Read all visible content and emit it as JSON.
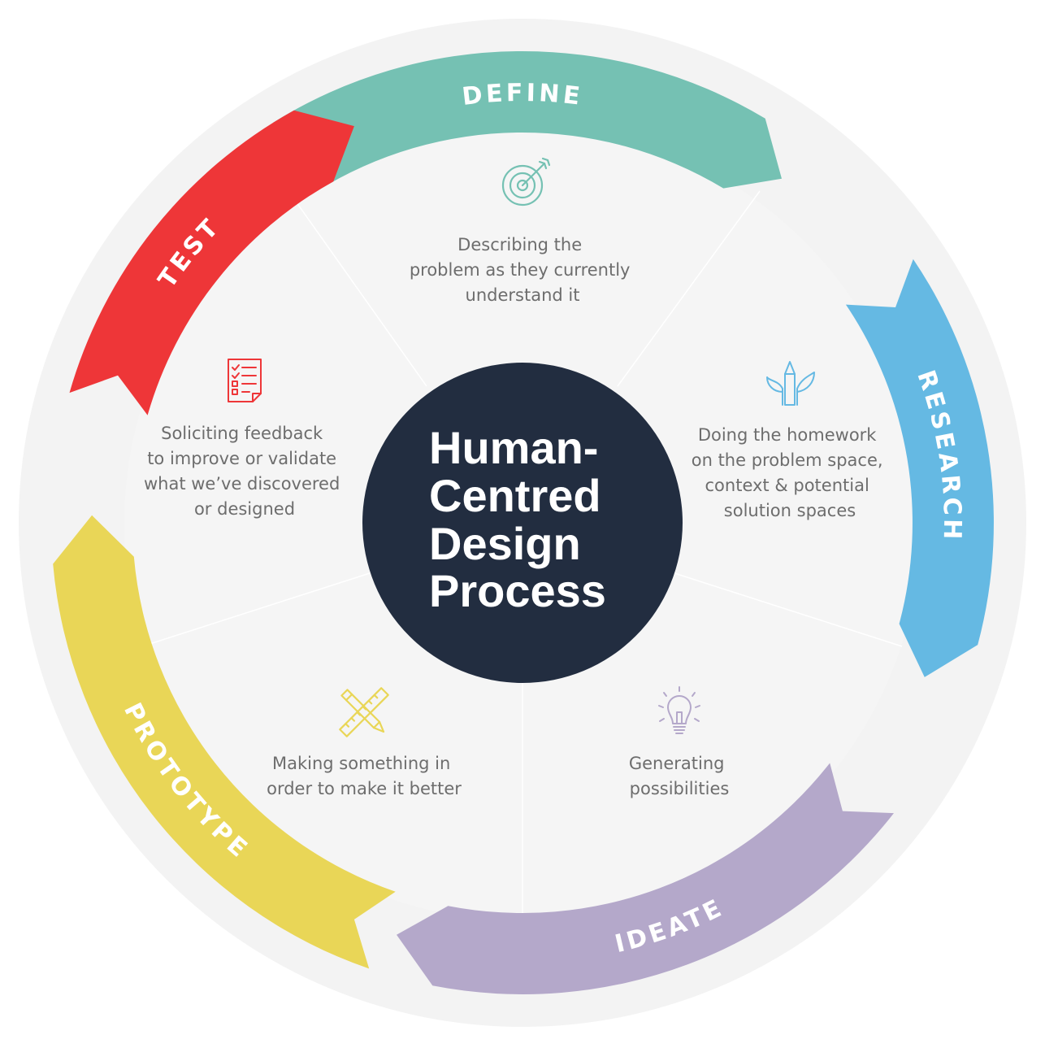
{
  "title_lines": [
    "Human-",
    "Centred",
    "Design",
    "Process"
  ],
  "colors": {
    "outer_ring": "#f3f3f3",
    "inner_disc": "#f5f5f5",
    "center": "#222d40",
    "description_text": "#6d6d6d"
  },
  "stages": [
    {
      "id": "define",
      "label": "DEFINE",
      "color": "#75c1b3",
      "icon": "target-icon",
      "description": [
        "Describing the",
        "problem as they currently",
        "understand it"
      ]
    },
    {
      "id": "research",
      "label": "RESEARCH",
      "color": "#65b9e3",
      "icon": "pencil-and-leaves-icon",
      "description": [
        "Doing the homework",
        "on the problem space,",
        "context & potential",
        "solution spaces"
      ]
    },
    {
      "id": "ideate",
      "label": "IDEATE",
      "color": "#b4a8ca",
      "icon": "lightbulb-icon",
      "description": [
        "Generating",
        "possibilities"
      ]
    },
    {
      "id": "prototype",
      "label": "PROTOTYPE",
      "color": "#e9d657",
      "icon": "pencil-ruler-icon",
      "description": [
        "Making something in",
        "order to make it better"
      ]
    },
    {
      "id": "test",
      "label": "TEST",
      "color": "#ee3638",
      "icon": "checklist-icon",
      "description": [
        "Soliciting feedback",
        "to improve or validate",
        "what we’ve discovered",
        "or designed"
      ]
    }
  ]
}
